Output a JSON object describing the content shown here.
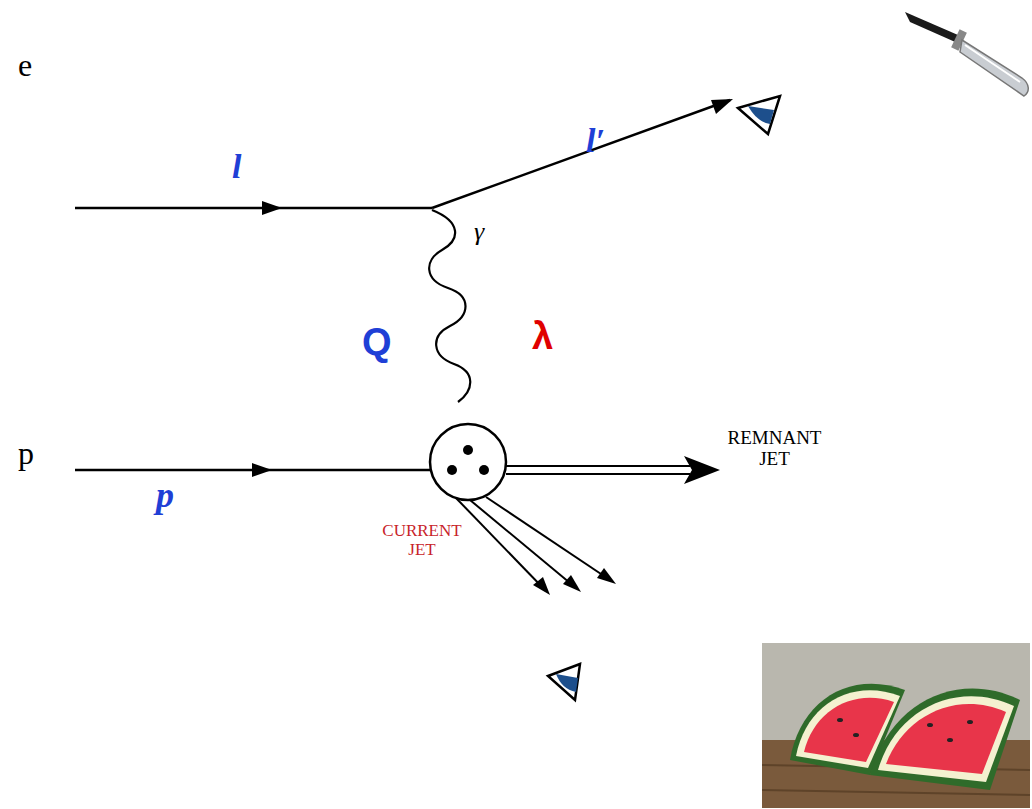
{
  "diagram": {
    "labels": [
      "e⃗",
      "l",
      "l′",
      "γ",
      "Q",
      "λ",
      "p⃗",
      "p",
      "REMNANT JET",
      "CURRENT JET"
    ]
  }
}
